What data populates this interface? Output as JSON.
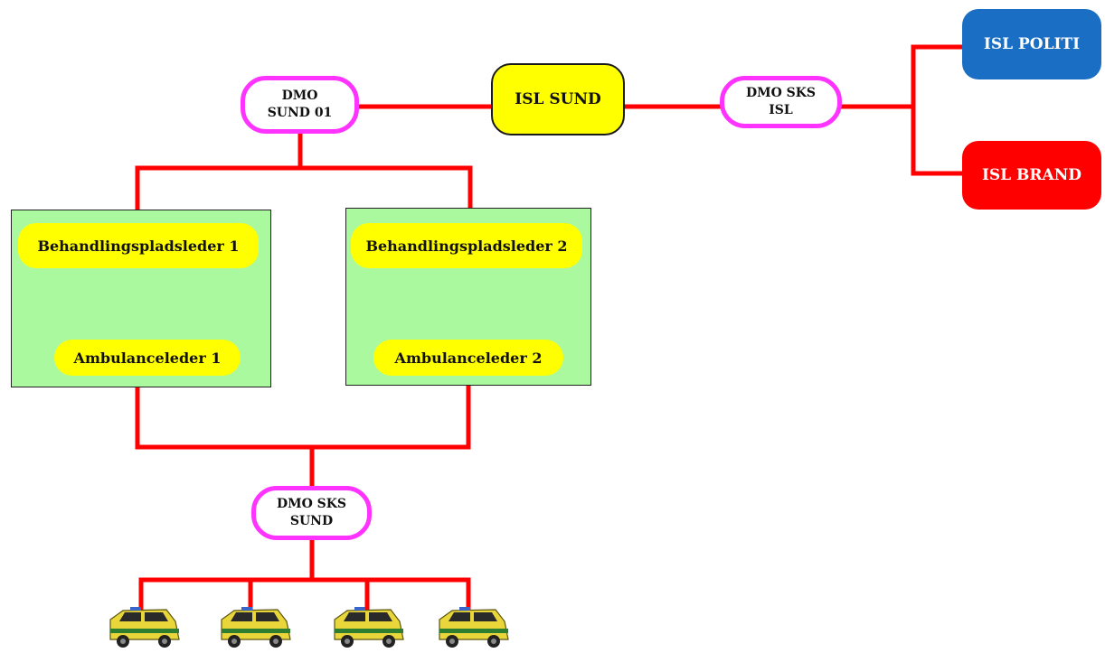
{
  "nodes": {
    "dmo_sund_01": {
      "line1": "DMO",
      "line2": "SUND 01"
    },
    "isl_sund": {
      "label": "ISL SUND"
    },
    "dmo_sks_isl": {
      "line1": "DMO SKS",
      "line2": "ISL"
    },
    "isl_politi": {
      "label": "ISL POLITI"
    },
    "isl_brand": {
      "label": "ISL BRAND"
    },
    "behandlingspladsleder_1": {
      "label": "Behandlingspladsleder 1"
    },
    "behandlingspladsleder_2": {
      "label": "Behandlingspladsleder 2"
    },
    "ambulanceleder_1": {
      "label": "Ambulanceleder 1"
    },
    "ambulanceleder_2": {
      "label": "Ambulanceleder 2"
    },
    "dmo_sks_sund": {
      "line1": "DMO SKS",
      "line2": "SUND"
    }
  },
  "ambulances": [
    "ambulance-1",
    "ambulance-2",
    "ambulance-3",
    "ambulance-4"
  ],
  "colors": {
    "connector": "#ff0000",
    "dmo_border": "#ff33ff",
    "isl_sund_fill": "#ffff00",
    "isl_politi_fill": "#1a6fc4",
    "isl_brand_fill": "#ff0000",
    "area_fill": "#aaf99e",
    "label_pill_fill": "#ffff00"
  }
}
